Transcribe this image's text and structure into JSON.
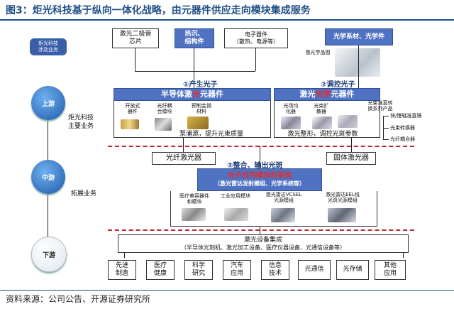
{
  "title": "图3：炬光科技基于纵向一体化战略，由元器件供应走向模块集成服务",
  "footer": "资料来源：公司公告、开源证券研究所",
  "left_strip": "炬光科技\n涉及业务",
  "stages": {
    "upstream": "上游",
    "midstream": "中游",
    "downstream": "下游"
  },
  "left_labels": {
    "main_business": "炬光科技\n主要业务",
    "expand_business": "拓展业务"
  },
  "top_boxes": {
    "chip": "激光二极管\n芯片",
    "heat": "热沉、\n结构件",
    "electronic": "电子器件\n（散热、电源等）",
    "optics": "光学系材、光学件",
    "optics_photo": "激光学品图"
  },
  "sections": {
    "produce": "①产生光子",
    "control": "②调控光子",
    "integrate": "③整合、输出光斑"
  },
  "semi_box": {
    "prefix": "半导体激",
    "highlight": "光",
    "suffix": "元器件"
  },
  "optic_box": {
    "prefix": "激光",
    "highlight": "光学",
    "suffix": "元器件"
  },
  "semi_items": [
    "开放式\n器件",
    "光纤耦\n合模块",
    "预制金锡\n材料"
  ],
  "optic_items": [
    "光场均\n化器",
    "光束扩\n散器",
    "光束准直转\n换系列产品"
  ],
  "optic_list": [
    "快/慢轴准直镜",
    "光束转换器",
    "光纤耦合器"
  ],
  "semi_caption": "泵浦源，提升光束质量",
  "optic_caption": "激光整形，调控光斑参数",
  "fiber_laser": "光纤激光器",
  "solid_laser": "固体激光器",
  "app_box": {
    "line1": "光子应用模块和系统",
    "line2": "（激光雷达发射模组、光学系统等）"
  },
  "app_items": [
    "医疗美容器件\n和模块",
    "工业应用模块",
    "激光雷达VCSEL\n光源模组",
    "激光雷达EEL线\n光斑光源模组"
  ],
  "equip_box": {
    "line1": "激光设备集成",
    "line2": "（半导体光刻机、激光加工设备、医疗仪器设备、光通信设备等）"
  },
  "downstream_items": [
    "先进\n制造",
    "医疗\n健康",
    "科学\n研究",
    "汽车\n应用",
    "信息\n技术",
    "光通信",
    "光存储",
    "其他\n应用"
  ],
  "colors": {
    "title_blue": "#1f4f86",
    "box_blue": "#4f72c2",
    "red": "#c0282d"
  }
}
